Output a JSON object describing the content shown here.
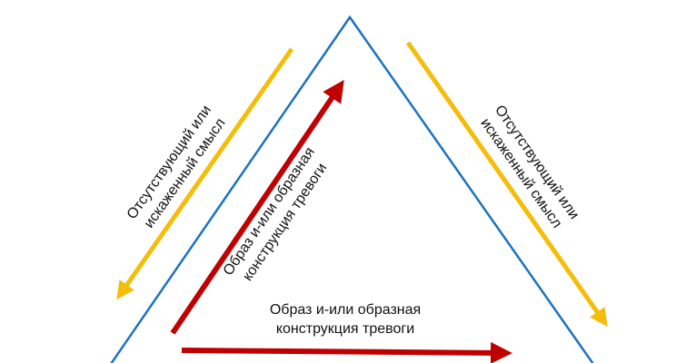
{
  "colors": {
    "triangle": "#1a73c0",
    "yellow_arrow": "#f5bd0a",
    "red_arrow": "#c00000"
  },
  "labels": {
    "left_yellow": [
      "Отсутствующий или",
      "искаженный смысл"
    ],
    "right_yellow": [
      "Отсутствующий или",
      "искаженный смысл"
    ],
    "red_diagonal": [
      "Образ и-или образная",
      "конструкция тревоги"
    ],
    "red_bottom": [
      "Образ и-или образная",
      "конструкция тревоги"
    ]
  }
}
